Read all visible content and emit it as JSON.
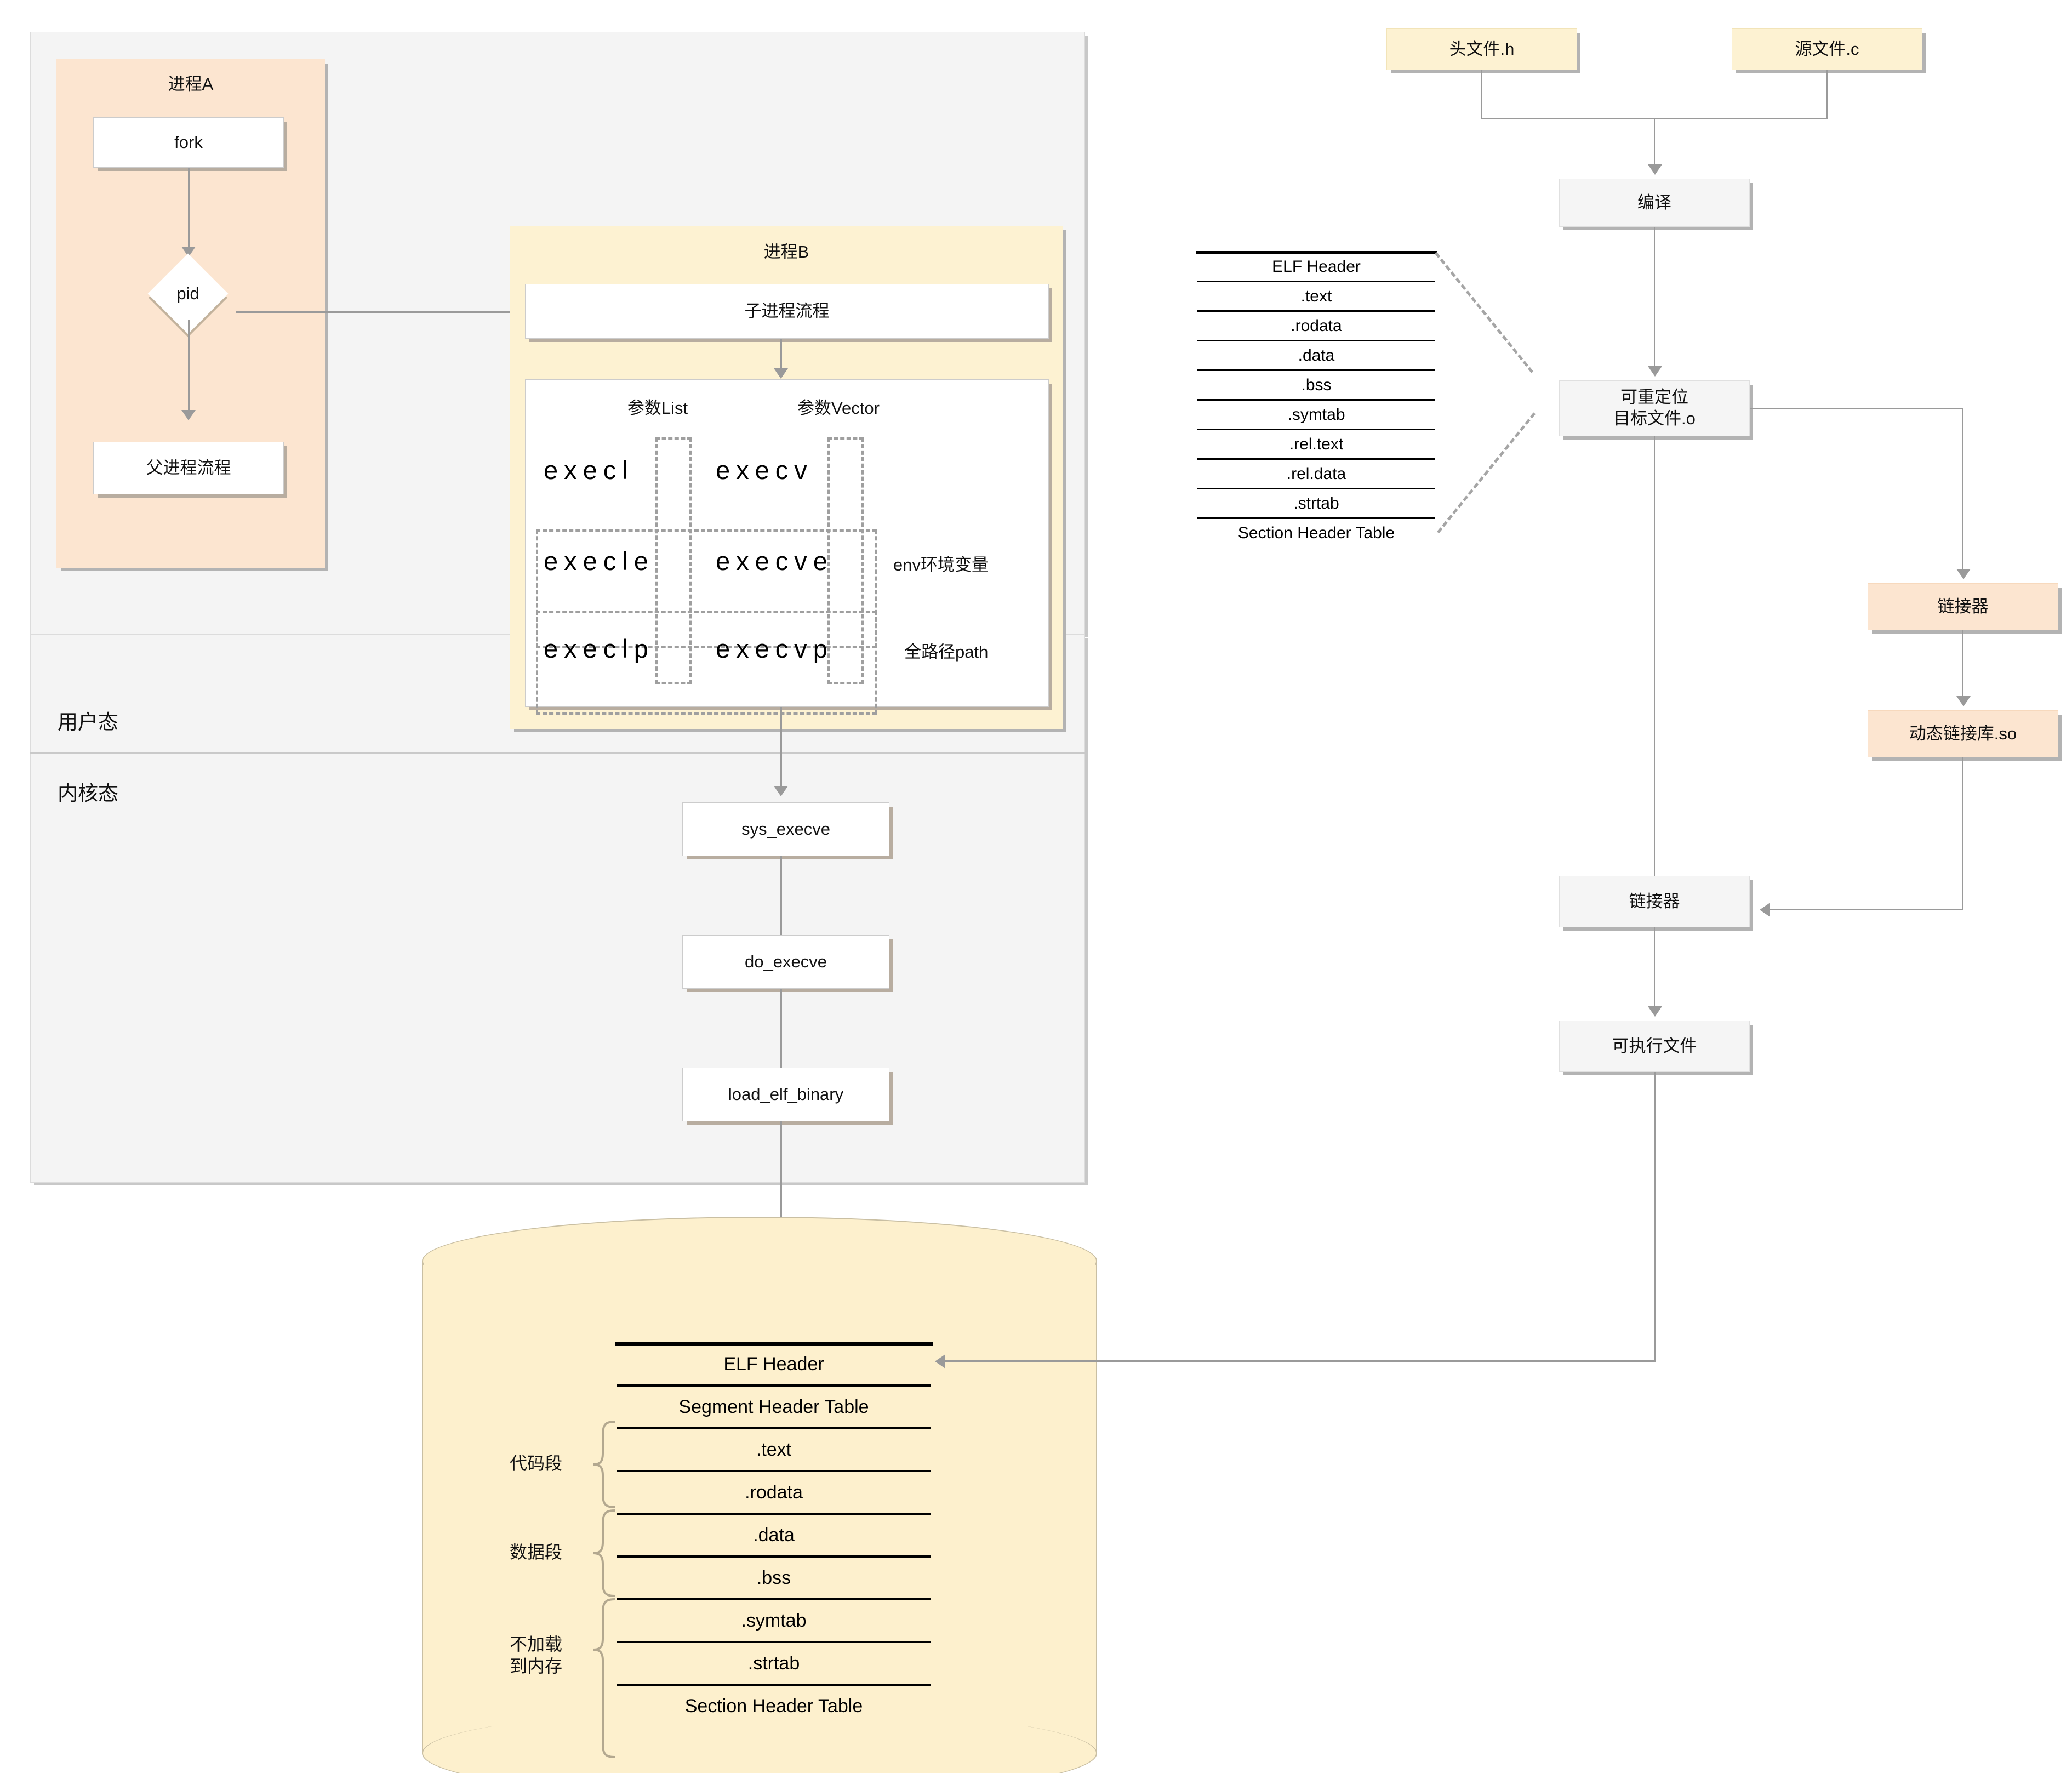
{
  "lanes": {
    "user_mode": "用户态",
    "kernel_mode": "内核态"
  },
  "process_a": {
    "title": "进程A",
    "fork": "fork",
    "pid": "pid",
    "parent_flow": "父进程流程"
  },
  "process_b": {
    "title": "进程B",
    "child_flow": "子进程流程",
    "col_head_list": "参数List",
    "col_head_vector": "参数Vector",
    "execl": "execl",
    "execv": "execv",
    "execle": "execle",
    "execve": "execve",
    "execlp": "execlp",
    "execvp": "execvp",
    "note_env": "env环境变量",
    "note_path": "全路径path"
  },
  "kernel_chain": {
    "sys_execve": "sys_execve",
    "do_execve": "do_execve",
    "load_elf_binary": "load_elf_binary"
  },
  "build_flow": {
    "header_file": "头文件.h",
    "source_file": "源文件.c",
    "compile": "编译",
    "relocatable_object": "可重定位\n目标文件.o",
    "relocatable_object_line1": "可重定位",
    "relocatable_object_line2": "目标文件.o",
    "linker_dynamic": "链接器",
    "dynamic_library": "动态链接库.so",
    "linker_final": "链接器",
    "executable": "可执行文件"
  },
  "object_file_table": {
    "rows": [
      "ELF Header",
      ".text",
      ".rodata",
      ".data",
      ".bss",
      ".symtab",
      ".rel.text",
      ".rel.data",
      ".strtab",
      "Section Header Table"
    ]
  },
  "executable_table": {
    "rows": [
      "ELF Header",
      "Segment Header Table",
      ".text",
      ".rodata",
      ".data",
      ".bss",
      ".symtab",
      ".strtab",
      "Section Header Table"
    ],
    "braces": [
      {
        "label": "代码段",
        "label_line1": "代码段",
        "label_line2": ""
      },
      {
        "label": "数据段",
        "label_line1": "数据段",
        "label_line2": ""
      },
      {
        "label": "不加载到内存",
        "label_line1": "不加载",
        "label_line2": "到内存"
      }
    ]
  },
  "colors": {
    "peach": "#fce5d0",
    "yellow": "#fdf2d2",
    "cylinder": "#fdf0cd",
    "lane_bg": "#f4f4f4",
    "node_gray": "#f5f5f5",
    "connector": "#9a9a9a",
    "table_border": "#000000",
    "dashed": "#9f9f9f"
  }
}
